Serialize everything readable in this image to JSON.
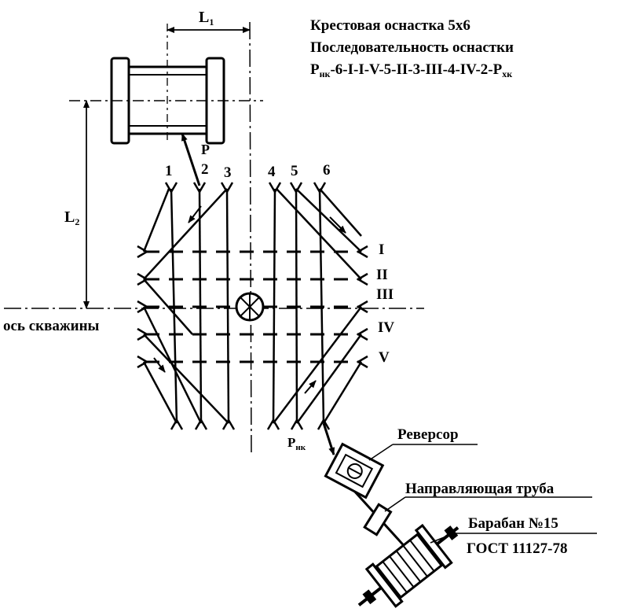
{
  "title": {
    "line1": "Крестовая оснастка 5х6",
    "line2": "Последовательность оснастки",
    "line3_prefix": "Р",
    "line3_sub1": "нк",
    "line3_middle": "-6-I-I-V-5-II-3-III-4-IV-2-Р",
    "line3_sub2": "хк"
  },
  "dimensions": {
    "l1_main": "L",
    "l1_sub": "1",
    "l2_main": "L",
    "l2_sub": "2"
  },
  "pulley_labels": [
    "1",
    "2",
    "3",
    "4",
    "5",
    "6"
  ],
  "row_labels": [
    "I",
    "II",
    "III",
    "IV",
    "V"
  ],
  "force_label": "Р",
  "well_axis_label": "ось скважины",
  "pnk": {
    "main": "Р",
    "sub": "нк"
  },
  "equipment": {
    "reversor": "Реверсор",
    "guide_pipe": "Направляющая труба",
    "drum": "Барабан №15",
    "gost": "ГОСТ 11127-78"
  },
  "colors": {
    "ink": "#000000",
    "paper": "#ffffff"
  }
}
